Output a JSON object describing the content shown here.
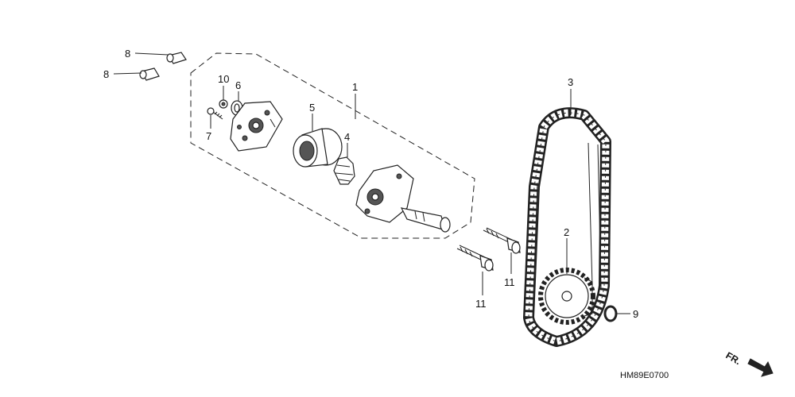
{
  "callouts": {
    "c1": "1",
    "c2": "2",
    "c3": "3",
    "c4": "4",
    "c5": "5",
    "c6": "6",
    "c7": "7",
    "c8a": "8",
    "c8b": "8",
    "c9": "9",
    "c10": "10",
    "c11a": "11",
    "c11b": "11"
  },
  "diagram_code": "HM89E0700",
  "direction_label": "FR."
}
